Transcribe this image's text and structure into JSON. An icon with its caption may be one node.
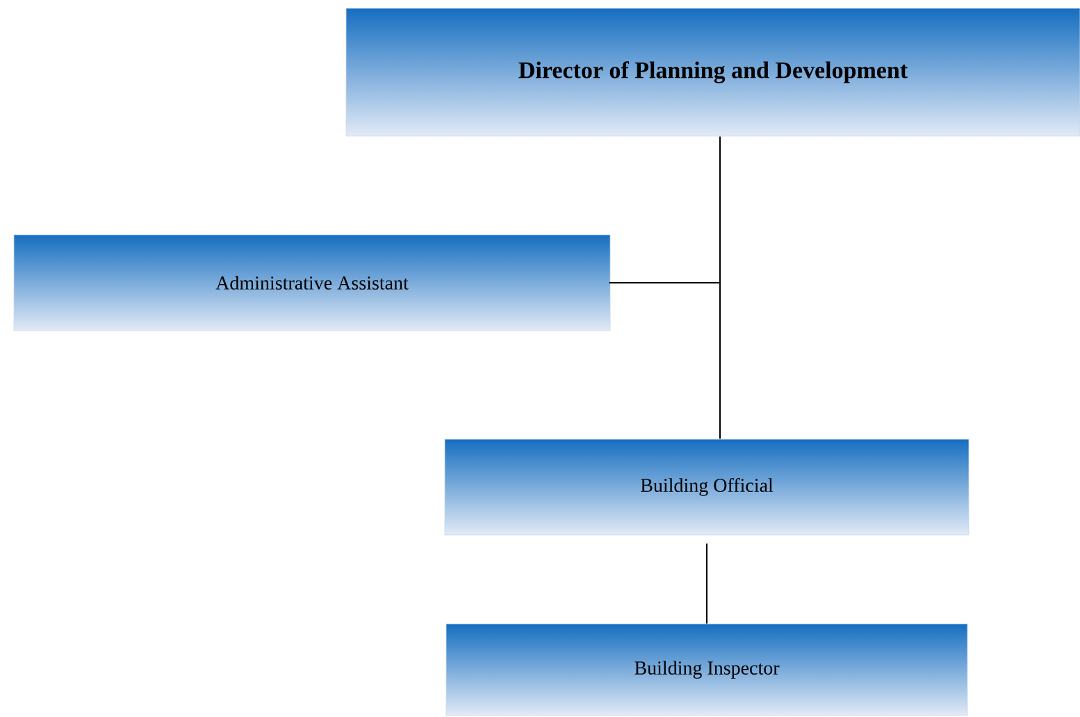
{
  "diagram": {
    "nodes": [
      {
        "text": [
          "Director of Planning and Development"
        ]
      },
      {
        "text": [
          "Administrative Assistant"
        ]
      },
      {
        "text": [
          "Building Official"
        ]
      },
      {
        "text": [
          "Building Inspector"
        ]
      }
    ],
    "edges": [
      {
        "from": 0,
        "to": 2,
        "arrow": "none"
      },
      {
        "from": 0,
        "to": 1,
        "arrow": "none"
      },
      {
        "from": 2,
        "to": 3,
        "arrow": "none"
      }
    ]
  }
}
